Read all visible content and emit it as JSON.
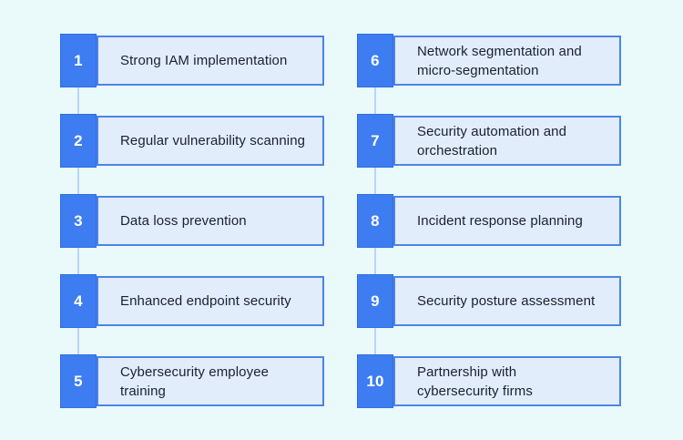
{
  "diagram": {
    "description": "Ten numbered cybersecurity practices arranged in two vertical columns of five connected steps",
    "colors": {
      "background": "#eafafb",
      "badge_fill": "#3d7df1",
      "badge_text": "#ffffff",
      "box_fill": "#e1edfb",
      "box_border": "#4c84e8",
      "connector": "#b9d6f4",
      "label_text": "#1a2130"
    }
  },
  "items": [
    {
      "number": "1",
      "line1": "Strong IAM implementation",
      "line2": ""
    },
    {
      "number": "2",
      "line1": "Regular vulnerability scanning",
      "line2": ""
    },
    {
      "number": "3",
      "line1": "Data loss prevention",
      "line2": ""
    },
    {
      "number": "4",
      "line1": "Enhanced endpoint security",
      "line2": ""
    },
    {
      "number": "5",
      "line1": "Cybersecurity employee",
      "line2": "training"
    },
    {
      "number": "6",
      "line1": "Network segmentation and",
      "line2": "micro-segmentation"
    },
    {
      "number": "7",
      "line1": "Security automation and",
      "line2": "orchestration"
    },
    {
      "number": "8",
      "line1": "Incident response planning",
      "line2": ""
    },
    {
      "number": "9",
      "line1": "Security posture assessment",
      "line2": ""
    },
    {
      "number": "10",
      "line1": "Partnership with",
      "line2": "cybersecurity firms"
    }
  ]
}
